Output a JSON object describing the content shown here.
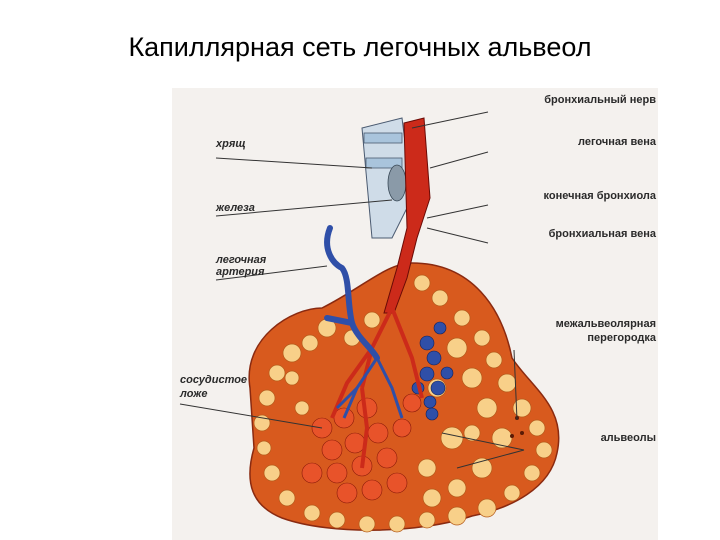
{
  "slide": {
    "title": "Капиллярная сеть легочных альвеол"
  },
  "labels": {
    "bronchial_nerve": "бронхиальный нерв",
    "pulmonary_vein": "легочная вена",
    "cartilage": "хрящ",
    "gland": "железа",
    "terminal_bronchiole": "конечная бронхиола",
    "bronchial_vein": "бронхиальная вена",
    "pulmonary_artery_line1": "легочная",
    "pulmonary_artery_line2": "артерия",
    "interalveolar_septum_line1": "межальвеолярная",
    "interalveolar_septum_line2": "перегородка",
    "vascular_bed_line1": "сосудистое",
    "vascular_bed_line2": "ложе",
    "alveoli": "альвеолы"
  },
  "colors": {
    "artery": "#2f4fa8",
    "vein": "#cc2a1a",
    "alveolar_tissue": "#d85a1e",
    "alveolus_light": "#f8d089",
    "cartilage": "#a9c4dc"
  }
}
